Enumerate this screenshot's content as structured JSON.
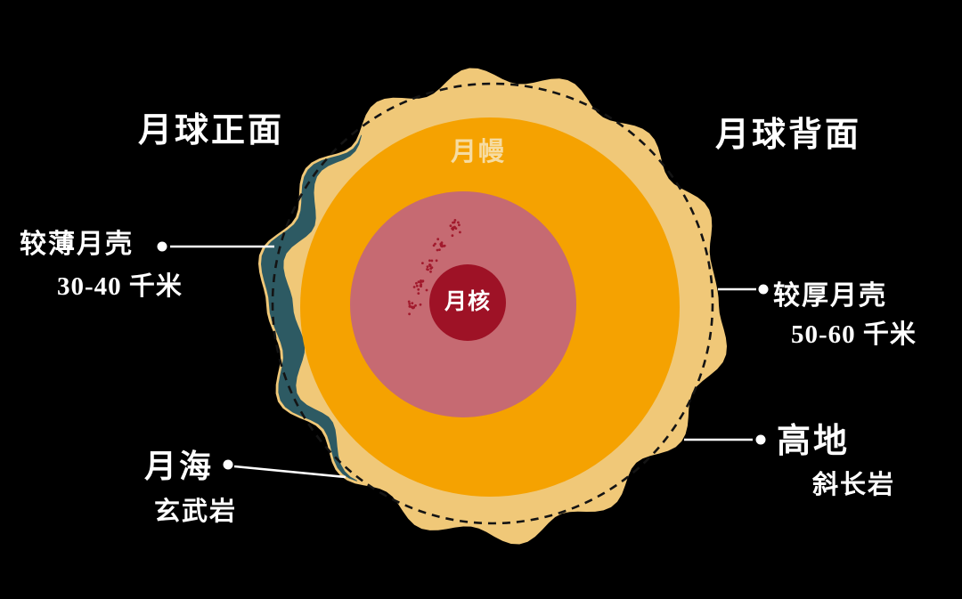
{
  "diagram": {
    "near_side_label": "月球正面",
    "far_side_label": "月球背面",
    "mantle_label": "月幔",
    "core_label": "月核",
    "thin_crust": {
      "label": "较薄月壳",
      "value": "30-40 千米"
    },
    "thick_crust": {
      "label": "较厚月壳",
      "value": "50-60 千米"
    },
    "maria": {
      "label": "月海",
      "sublabel": "玄武岩"
    },
    "highlands": {
      "label": "高地",
      "sublabel": "斜长岩"
    },
    "colors": {
      "background": "#000000",
      "crust": "#f0c878",
      "mantle": "#f5a201",
      "inner_mantle": "#c66a72",
      "core": "#9e1226",
      "maria_basalt": "#2d5a63",
      "text": "#ffffff",
      "mantle_label_text": "#f6dca2"
    }
  }
}
